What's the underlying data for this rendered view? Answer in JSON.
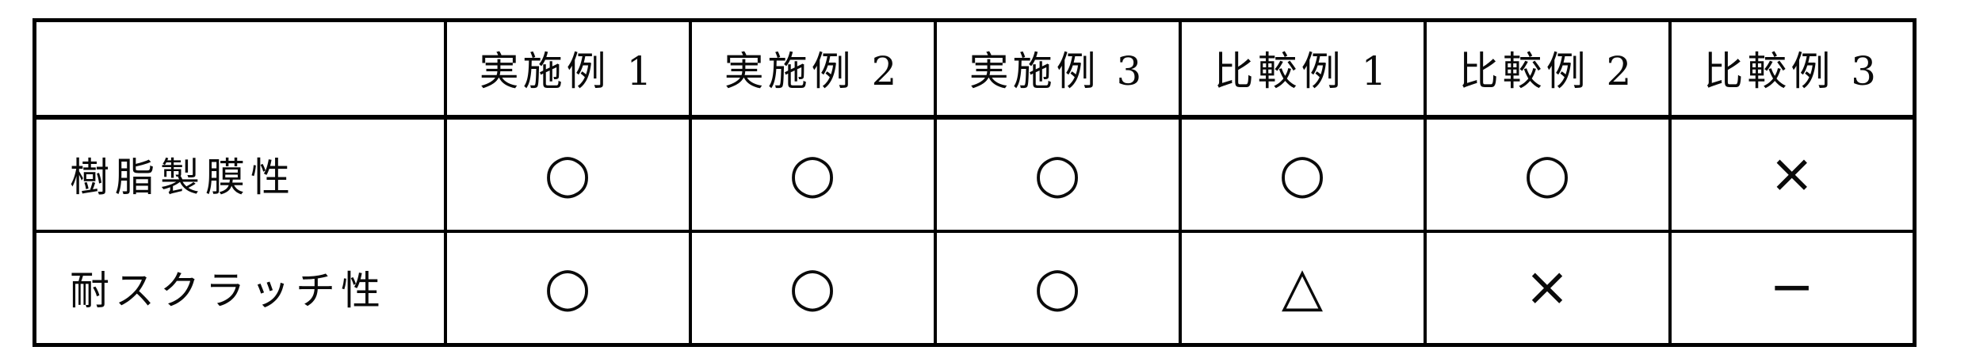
{
  "document": {
    "kind": "patent-evaluation-table",
    "background": "#ffffff"
  },
  "colors": {
    "border": "#000000",
    "text": "#0a0a0a",
    "background": "#ffffff"
  },
  "symbols_legend": {
    "good": "○",
    "fair": "△",
    "poor": "×",
    "not_measured": "−"
  },
  "table": {
    "corner_label": "",
    "columns": [
      {
        "label": "実施例 1"
      },
      {
        "label": "実施例 2"
      },
      {
        "label": "実施例 3"
      },
      {
        "label": "比較例 1"
      },
      {
        "label": "比較例 2"
      },
      {
        "label": "比較例 3"
      }
    ],
    "rows": [
      {
        "label": "樹脂製膜性",
        "values": [
          "○",
          "○",
          "○",
          "○",
          "○",
          "×"
        ]
      },
      {
        "label": "耐スクラッチ性",
        "values": [
          "○",
          "○",
          "○",
          "△",
          "×",
          "−"
        ]
      }
    ]
  }
}
